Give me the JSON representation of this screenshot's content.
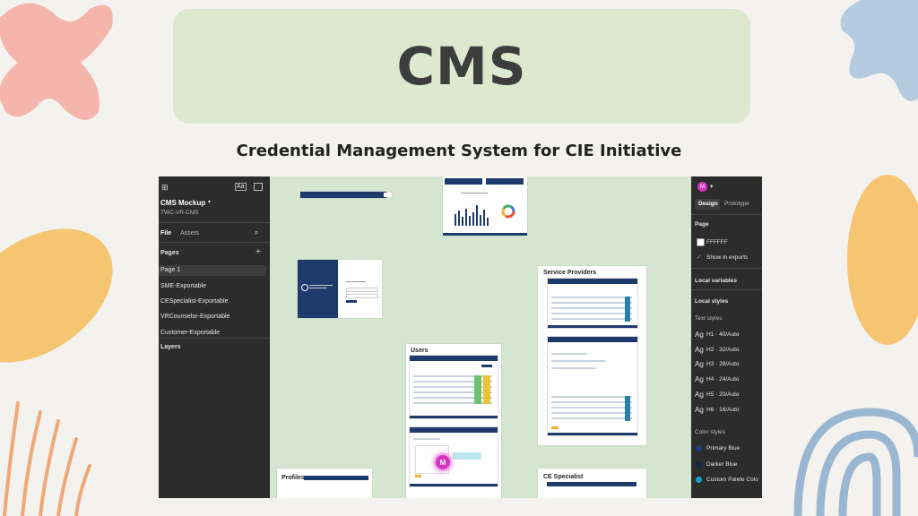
{
  "slide": {
    "title": "CMS",
    "subtitle": "Credential Management System for CIE Initiative"
  },
  "figma": {
    "left_panel": {
      "file_name": "CMS Mockup",
      "project_name": "TWC-VR-CMS",
      "tabs": [
        "File",
        "Assets"
      ],
      "pages_heading": "Pages",
      "pages": [
        "Page 1",
        "SME-Exportable",
        "CESpecialist-Exportable",
        "VRCounselor-Exportable",
        "Customer-Exportable"
      ],
      "layers_heading": "Layers"
    },
    "right_panel": {
      "avatar_initial": "M",
      "tabs": [
        "Design",
        "Prototype"
      ],
      "page_heading": "Page",
      "page_color": "FFFFFF",
      "show_in_exports": "Show in exports",
      "local_variables": "Local variables",
      "local_styles": "Local styles",
      "text_styles_heading": "Text styles",
      "text_styles": [
        {
          "ag": "Ag",
          "name": "H1 · 40/Auto"
        },
        {
          "ag": "Ag",
          "name": "H2 · 32/Auto"
        },
        {
          "ag": "Ag",
          "name": "H3 · 28/Auto"
        },
        {
          "ag": "Ag",
          "name": "H4 · 24/Auto"
        },
        {
          "ag": "Ag",
          "name": "H5 · 20/Auto"
        },
        {
          "ag": "Ag",
          "name": "H6 · 16/Auto"
        }
      ],
      "color_styles_heading": "Color styles",
      "color_styles": [
        {
          "name": "Primary Blue",
          "color": "#1f3b6d"
        },
        {
          "name": "Darker Blue",
          "color": "#13284d"
        },
        {
          "name": "Custom Palete Colo",
          "color": "#14a3b8"
        }
      ]
    },
    "canvas": {
      "frame_labels": {
        "service_providers": "Service Providers",
        "users": "Users",
        "profiles": "Profiles",
        "ce_specialist": "CE Specialist"
      },
      "cursor_initial": "M"
    }
  },
  "colors": {
    "banner": "#dde8cf",
    "canvas": "#d5e6d0",
    "panel": "#2c2c2c",
    "navy": "#1f3b6d",
    "avatar": "#d633c3"
  }
}
